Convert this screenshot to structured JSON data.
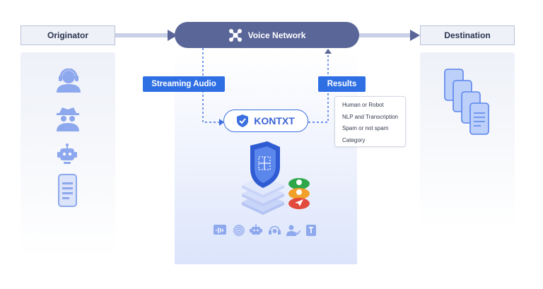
{
  "originator": {
    "label": "Originator"
  },
  "voice_network": {
    "label": "Voice Network"
  },
  "destination": {
    "label": "Destination"
  },
  "streaming_audio": {
    "label": "Streaming Audio"
  },
  "results": {
    "label": "Results",
    "items": [
      "Human or Robot",
      "NLP and Transcription",
      "Spam or not spam",
      "Category"
    ]
  },
  "kontxt": {
    "label": "KONTXT"
  },
  "colors": {
    "accent": "#2f6fe4",
    "network": "#5a6698",
    "icon": "#8ea8ee"
  }
}
